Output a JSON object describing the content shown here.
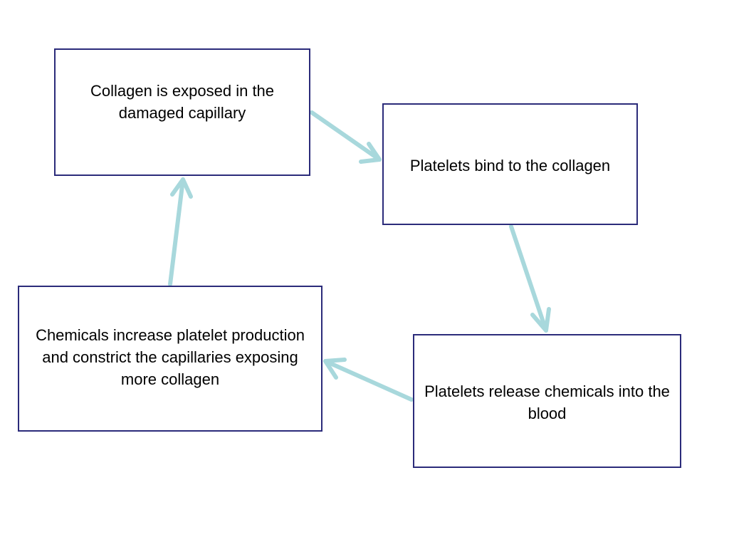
{
  "diagram": {
    "type": "cycle-flowchart",
    "colors": {
      "box_border": "#2b2b7a",
      "arrow": "#a8d8dc",
      "text": "#000000",
      "background": "#ffffff"
    },
    "nodes": [
      {
        "id": "collagen",
        "text": "Collagen is exposed in the damaged capillary"
      },
      {
        "id": "bind",
        "text": "Platelets bind to the collagen"
      },
      {
        "id": "release",
        "text": "Platelets release chemicals into the blood"
      },
      {
        "id": "chem",
        "text": "Chemicals increase platelet production and constrict the capillaries exposing more collagen"
      }
    ],
    "edges": [
      {
        "from": "collagen",
        "to": "bind"
      },
      {
        "from": "bind",
        "to": "release"
      },
      {
        "from": "release",
        "to": "chem"
      },
      {
        "from": "chem",
        "to": "collagen"
      }
    ]
  }
}
